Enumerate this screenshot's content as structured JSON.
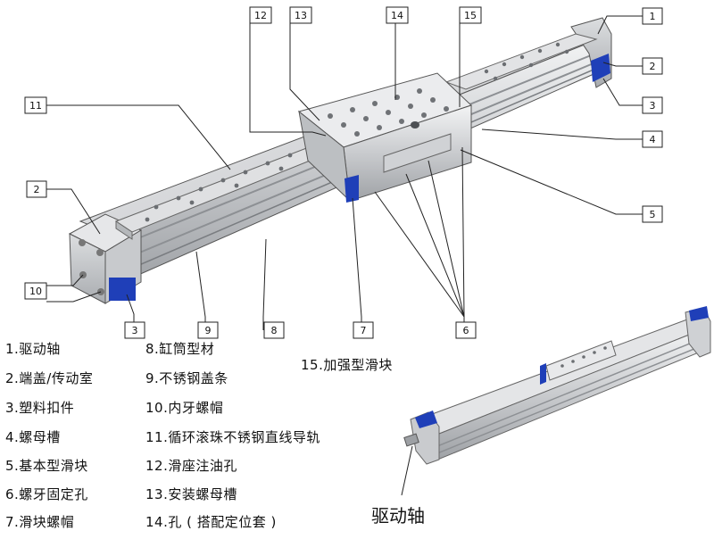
{
  "callouts": [
    "1",
    "2",
    "3",
    "4",
    "5",
    "6",
    "7",
    "8",
    "9",
    "10",
    "11",
    "12",
    "13",
    "14",
    "15"
  ],
  "legend_left": [
    "1.驱动轴",
    "2.端盖/传动室",
    "3.塑料扣件",
    "4.螺母槽",
    "5.基本型滑块",
    "6.螺牙固定孔",
    "7.滑块螺帽"
  ],
  "legend_mid": [
    "8.缸筒型材",
    "9.不锈钢盖条",
    "10.内牙螺帽",
    "11.循环滚珠不锈钢直线导轨",
    "12.滑座注油孔",
    "13.安装螺母槽",
    "14.孔 ( 搭配定位套 )"
  ],
  "legend_right": [
    "15.加强型滑块"
  ],
  "bottom_label": "驱动轴",
  "colors": {
    "end_cap": "#1f3fb8",
    "profile": "#d7d9dc",
    "outline": "#444444"
  }
}
